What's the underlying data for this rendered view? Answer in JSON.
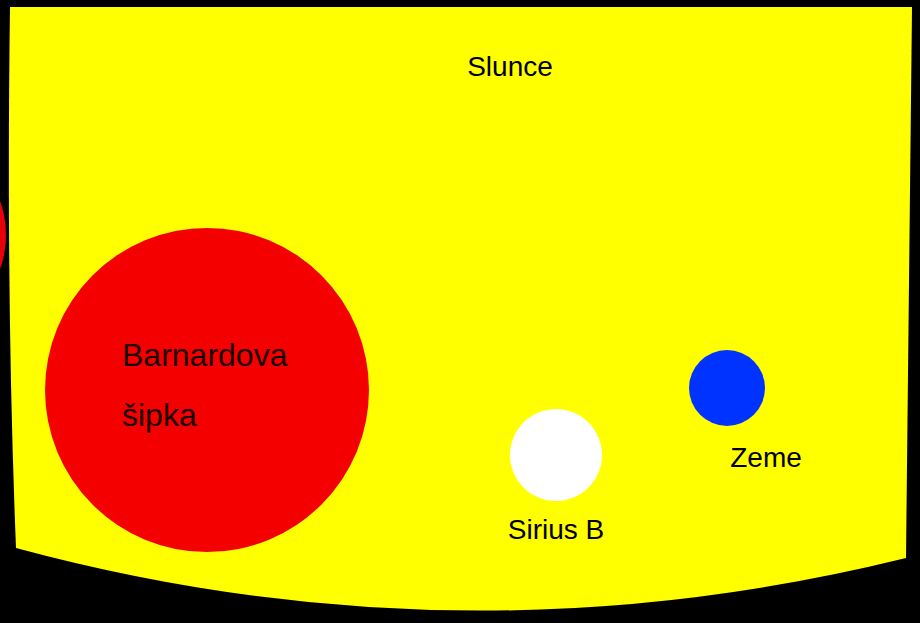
{
  "diagram": {
    "nodes": [
      {
        "text": [
          "Slunce"
        ]
      },
      {
        "text": [
          "Barnardova šipka"
        ],
        "in": 0
      },
      {
        "text": [
          "Sirius B"
        ],
        "in": 0
      },
      {
        "text": [
          "Zeme"
        ],
        "in": 0
      }
    ]
  }
}
